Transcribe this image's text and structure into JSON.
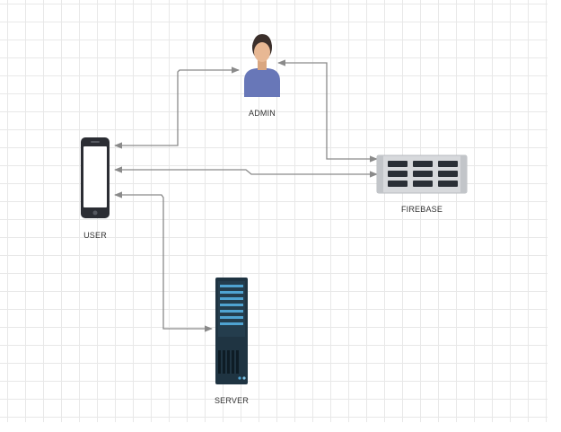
{
  "nodes": {
    "admin": {
      "label": "ADMIN",
      "icon": "user-person-icon"
    },
    "user": {
      "label": "USER",
      "icon": "smartphone-icon"
    },
    "firebase": {
      "label": "FIREBASE",
      "icon": "server-rack-icon"
    },
    "server": {
      "label": "SERVER",
      "icon": "server-tower-icon"
    }
  },
  "edges": [
    {
      "from": "admin",
      "to": "user"
    },
    {
      "from": "firebase",
      "to": "admin"
    },
    {
      "from": "firebase",
      "to": "user"
    },
    {
      "from": "user",
      "to": "server"
    }
  ],
  "colors": {
    "grid": "#e8e8e8",
    "connector": "#8a8a8a",
    "person_shirt": "#6877b8",
    "person_skin": "#e8b894",
    "person_hair": "#3b2f2b",
    "phone_body": "#2b2d33",
    "server_body": "#1f3442",
    "server_accent": "#4fa3d1",
    "rack_frame": "#d7d9dc",
    "rack_drive": "#2a2f36"
  }
}
